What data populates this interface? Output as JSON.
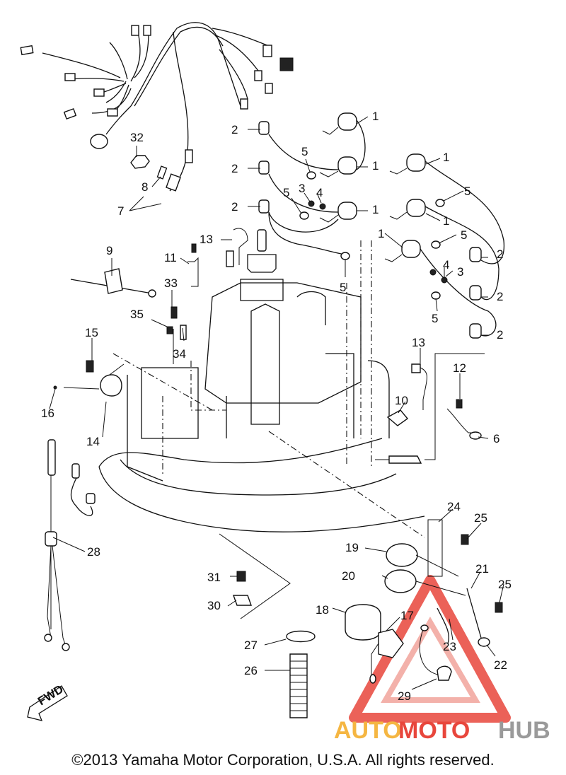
{
  "callouts": [
    {
      "id": "c1a",
      "label": "1"
    },
    {
      "id": "c1b",
      "label": "1"
    },
    {
      "id": "c1c",
      "label": "1"
    },
    {
      "id": "c1d",
      "label": "1"
    },
    {
      "id": "c1e",
      "label": "1"
    },
    {
      "id": "c1f",
      "label": "1"
    },
    {
      "id": "c2a",
      "label": "2"
    },
    {
      "id": "c2b",
      "label": "2"
    },
    {
      "id": "c2c",
      "label": "2"
    },
    {
      "id": "c2d",
      "label": "2"
    },
    {
      "id": "c2e",
      "label": "2"
    },
    {
      "id": "c2f",
      "label": "2"
    },
    {
      "id": "c3a",
      "label": "3"
    },
    {
      "id": "c3b",
      "label": "3"
    },
    {
      "id": "c4a",
      "label": "4"
    },
    {
      "id": "c4b",
      "label": "4"
    },
    {
      "id": "c5a",
      "label": "5"
    },
    {
      "id": "c5b",
      "label": "5"
    },
    {
      "id": "c5c",
      "label": "5"
    },
    {
      "id": "c5d",
      "label": "5"
    },
    {
      "id": "c5e",
      "label": "5"
    },
    {
      "id": "c5f",
      "label": "5"
    },
    {
      "id": "c6",
      "label": "6"
    },
    {
      "id": "c7",
      "label": "7"
    },
    {
      "id": "c8",
      "label": "8"
    },
    {
      "id": "c9",
      "label": "9"
    },
    {
      "id": "c10",
      "label": "10"
    },
    {
      "id": "c11",
      "label": "11"
    },
    {
      "id": "c12",
      "label": "12"
    },
    {
      "id": "c13a",
      "label": "13"
    },
    {
      "id": "c13b",
      "label": "13"
    },
    {
      "id": "c14",
      "label": "14"
    },
    {
      "id": "c15",
      "label": "15"
    },
    {
      "id": "c16",
      "label": "16"
    },
    {
      "id": "c17",
      "label": "17"
    },
    {
      "id": "c18",
      "label": "18"
    },
    {
      "id": "c19",
      "label": "19"
    },
    {
      "id": "c20",
      "label": "20"
    },
    {
      "id": "c21",
      "label": "21"
    },
    {
      "id": "c22",
      "label": "22"
    },
    {
      "id": "c23",
      "label": "23"
    },
    {
      "id": "c24",
      "label": "24"
    },
    {
      "id": "c25a",
      "label": "25"
    },
    {
      "id": "c25b",
      "label": "25"
    },
    {
      "id": "c26",
      "label": "26"
    },
    {
      "id": "c27",
      "label": "27"
    },
    {
      "id": "c28",
      "label": "28"
    },
    {
      "id": "c29",
      "label": "29"
    },
    {
      "id": "c30",
      "label": "30"
    },
    {
      "id": "c31",
      "label": "31"
    },
    {
      "id": "c32",
      "label": "32"
    },
    {
      "id": "c33",
      "label": "33"
    },
    {
      "id": "c34",
      "label": "34"
    },
    {
      "id": "c35",
      "label": "35"
    }
  ],
  "fwd_label": "FWD",
  "watermark": {
    "part1": "AUTO",
    "part2": "MOTO",
    "part3": "HUB",
    "colors": [
      "#f5b642",
      "#e8463c",
      "#9a9a9a"
    ]
  },
  "copyright": "©2013 Yamaha Motor Corporation, U.S.A. All rights reserved."
}
